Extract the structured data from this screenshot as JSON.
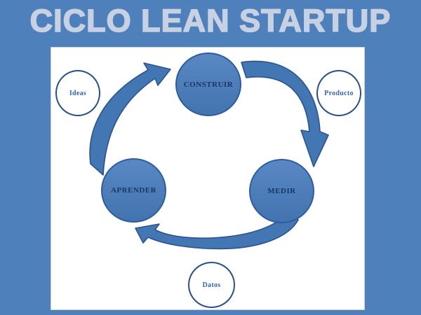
{
  "title": "CICLO LEAN STARTUP",
  "palette": {
    "background": "#4E80BC",
    "panel": "#FFFFFF",
    "panel_border": "#CFCFCF",
    "title_text": "#C7D1E2",
    "node_fill": "#4A7CBB",
    "node_border": "#2F5C9E",
    "node_text": "#17365D",
    "artifact_border": "#2B4E8C",
    "artifact_text": "#3C63AC",
    "arrow_fill": "#4377B4",
    "arrow_stroke": "#2B528E"
  },
  "diagram": {
    "cycle_nodes": [
      {
        "id": "construir",
        "label": "CONSTRUIR"
      },
      {
        "id": "medir",
        "label": "MEDIR"
      },
      {
        "id": "aprender",
        "label": "APRENDER"
      }
    ],
    "artifact_nodes": [
      {
        "id": "ideas",
        "label": "Ideas"
      },
      {
        "id": "producto",
        "label": "Producto"
      },
      {
        "id": "datos",
        "label": "Datos"
      }
    ],
    "arrows": [
      {
        "from": "CONSTRUIR",
        "to": "MEDIR"
      },
      {
        "from": "MEDIR",
        "to": "APRENDER"
      },
      {
        "from": "APRENDER",
        "to": "CONSTRUIR"
      }
    ]
  }
}
